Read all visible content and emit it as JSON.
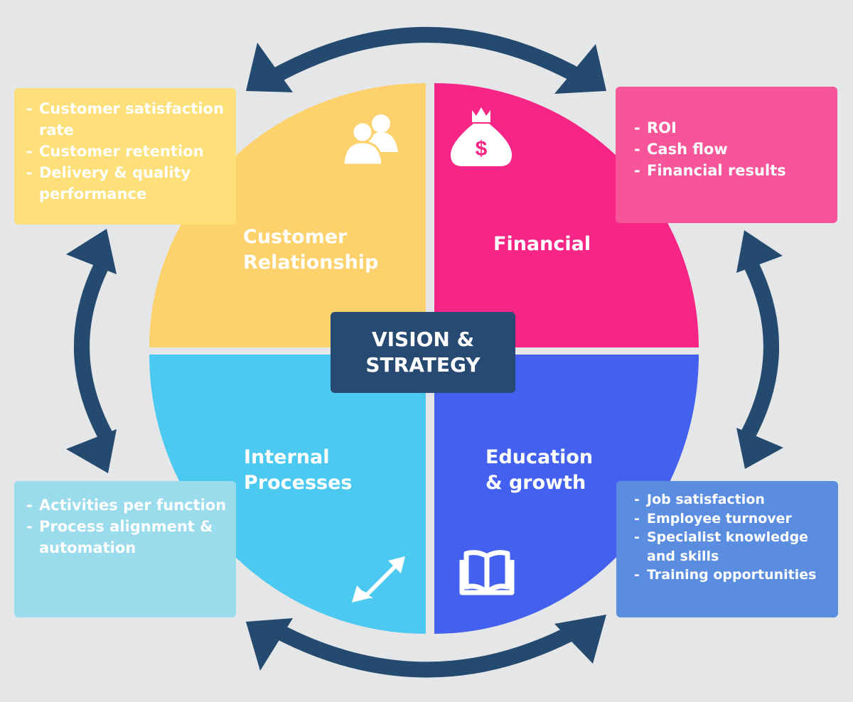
{
  "center": {
    "label": "VISION &\nSTRATEGY"
  },
  "quadrants": {
    "customer": {
      "label": "Customer\nRelationship",
      "icon": "users-icon",
      "color": "#fdd16c"
    },
    "financial": {
      "label": "Financial",
      "icon": "money-bag-icon",
      "color": "#f72585"
    },
    "internal": {
      "label": "Internal\nProcesses",
      "icon": "diagonal-arrows-icon",
      "color": "#4cc9f0"
    },
    "education": {
      "label": "Education\n& growth",
      "icon": "open-book-icon",
      "color": "#4361ee"
    }
  },
  "boxes": {
    "customer": {
      "items": [
        "Customer satisfaction rate",
        "Customer retention",
        "Delivery & quality performance"
      ],
      "color": "#fde07a"
    },
    "financial": {
      "items": [
        "ROI",
        "Cash flow",
        "Financial results"
      ],
      "color": "#f7559a"
    },
    "internal": {
      "items": [
        "Activities per function",
        "Process alignment & automation"
      ],
      "color": "#9adbec"
    },
    "education": {
      "items": [
        "Job satisfaction",
        "Employee turnover",
        "Specialist knowledge and skills",
        "Training opportunities"
      ],
      "color": "#5a8de0"
    }
  },
  "colors": {
    "background": "#e5e6e8",
    "arrows": "#254a70",
    "center": "#274a73"
  }
}
